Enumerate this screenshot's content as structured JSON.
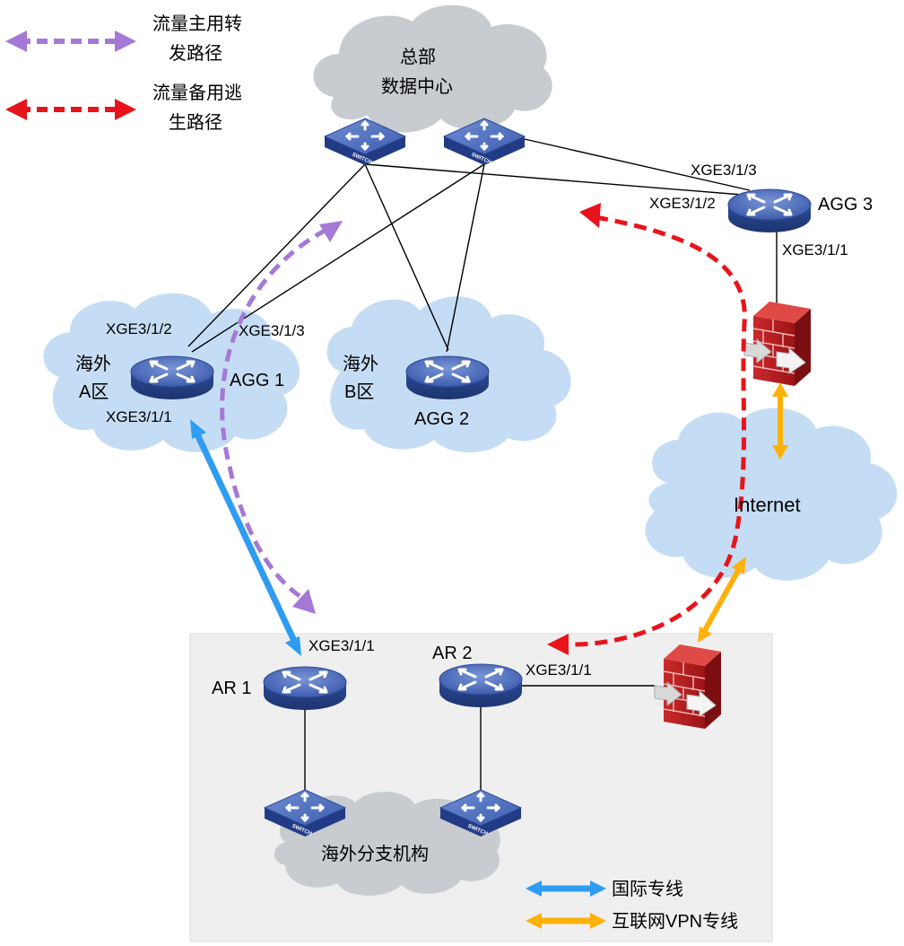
{
  "legend": {
    "primary_path": [
      "流量主用转",
      "发路径"
    ],
    "backup_path": [
      "流量备用逃",
      "生路径"
    ],
    "intl_line": "国际专线",
    "vpn_line": "互联网VPN专线"
  },
  "clouds": {
    "hq": [
      "总部",
      "数据中心"
    ],
    "region_a": [
      "海外",
      "A区"
    ],
    "region_b": [
      "海外",
      "B区"
    ],
    "internet": "Internet",
    "branch": "海外分支机构"
  },
  "devices": {
    "agg1": "AGG 1",
    "agg2": "AGG 2",
    "agg3": "AGG 3",
    "ar1": "AR 1",
    "ar2": "AR 2",
    "switch_label": "SWITCH"
  },
  "ports": {
    "agg1_p2": "XGE3/1/2",
    "agg1_p3": "XGE3/1/3",
    "agg1_p1": "XGE3/1/1",
    "agg3_p3": "XGE3/1/3",
    "agg3_p2": "XGE3/1/2",
    "agg3_p1": "XGE3/1/1",
    "ar1_p1": "XGE3/1/1",
    "ar2_p1": "XGE3/1/1"
  },
  "colors": {
    "primary_path": "#a678d6",
    "backup_path": "#e8141c",
    "intl_line": "#2e9cf2",
    "vpn_line": "#ffb10a",
    "cloud_blue": "#c5ddf4",
    "cloud_grey": "#c8cbd0",
    "branch_area": "#efeff0"
  }
}
